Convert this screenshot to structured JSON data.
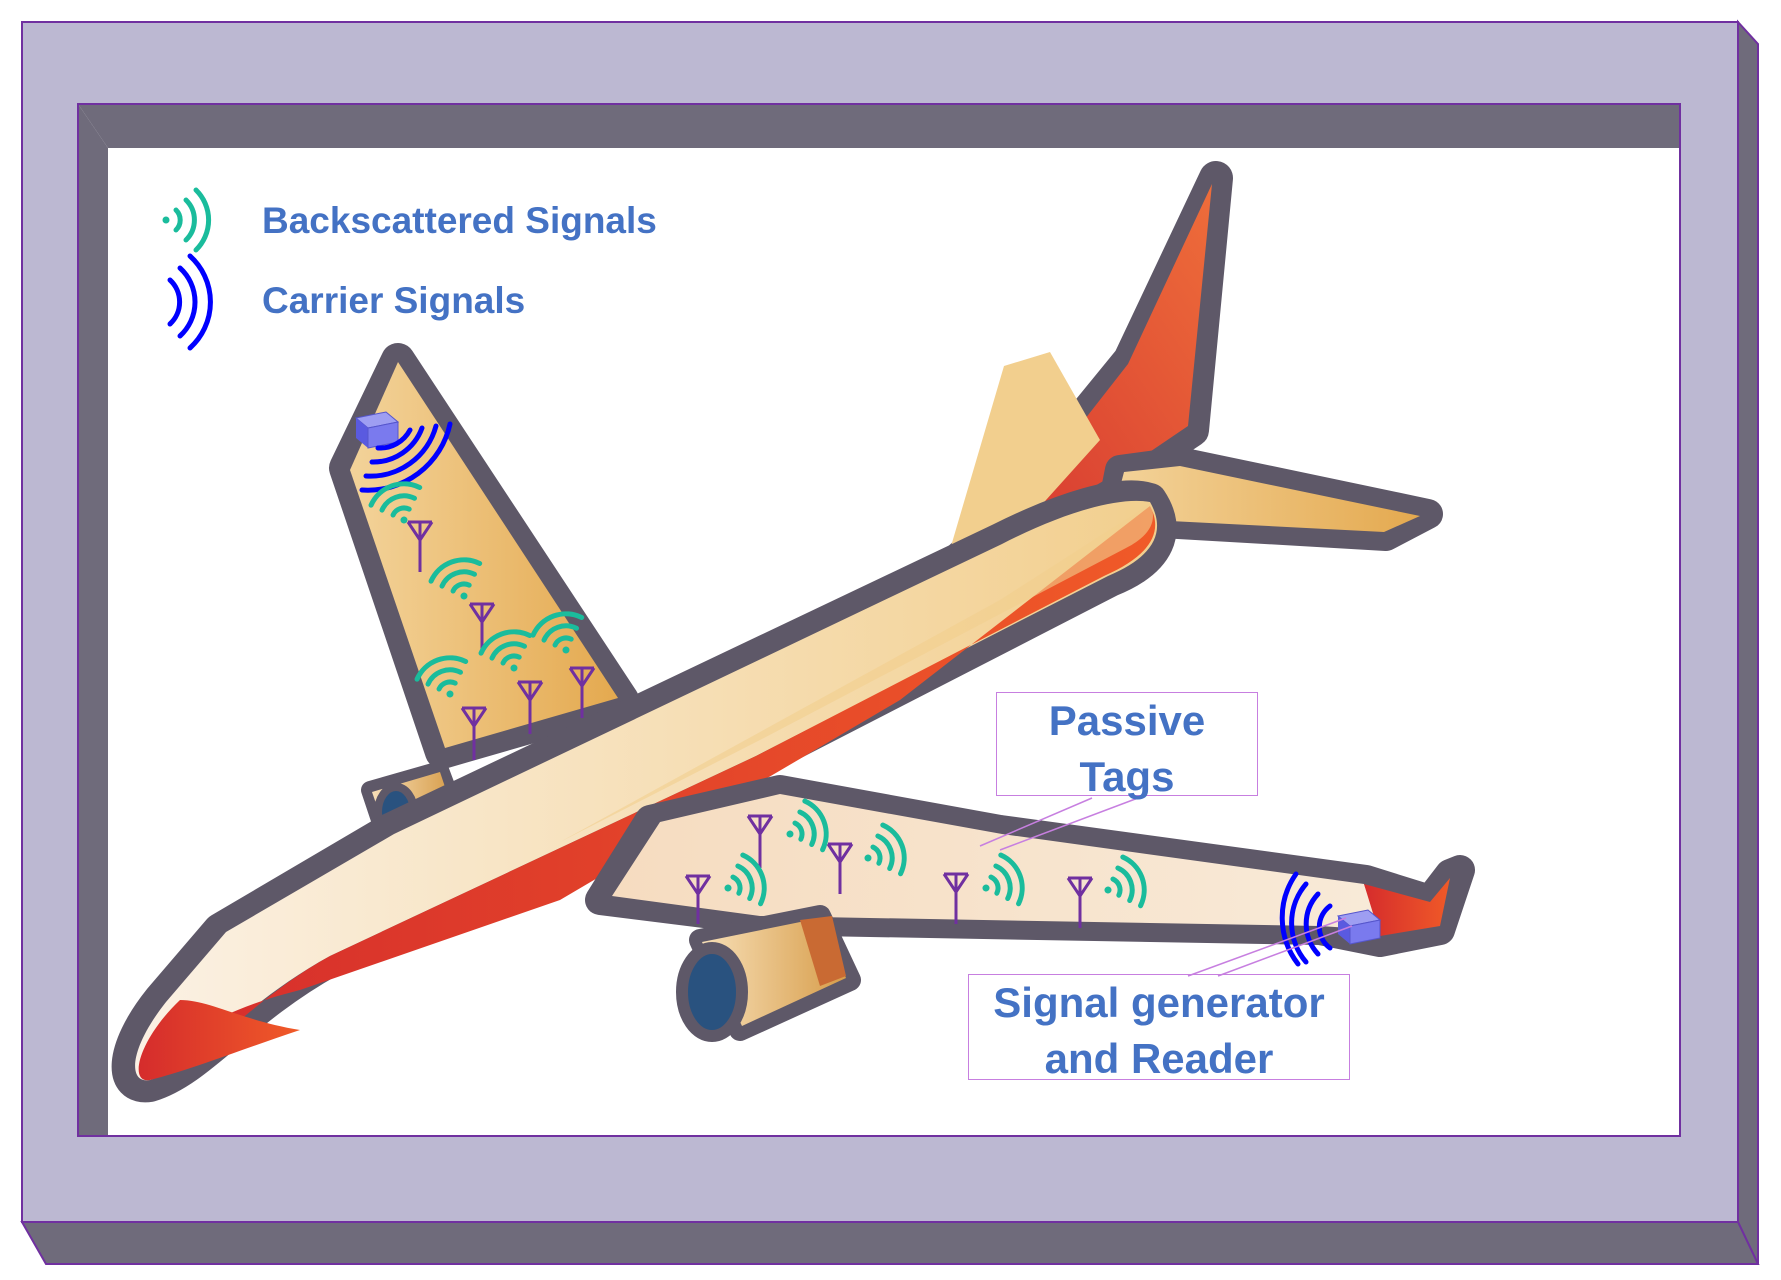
{
  "legend": {
    "backscattered": "Backscattered Signals",
    "carrier": "Carrier Signals"
  },
  "callouts": {
    "passive_tags": [
      "Passive",
      "Tags"
    ],
    "reader": [
      "Signal generator",
      "and Reader"
    ]
  },
  "colors": {
    "frame_light": "#bcb8d2",
    "frame_dark": "#6f6b7b",
    "frame_stroke": "#7030a0",
    "backscatter": "#1abc9c",
    "carrier": "#0000ff",
    "antenna": "#7030a0",
    "text": "#4472c4",
    "outline": "#5e5868"
  },
  "icons": {
    "tag": "antenna-icon",
    "backscatter": "wifi-wave-icon",
    "carrier": "radio-wave-icon",
    "reader": "box-device-icon"
  }
}
